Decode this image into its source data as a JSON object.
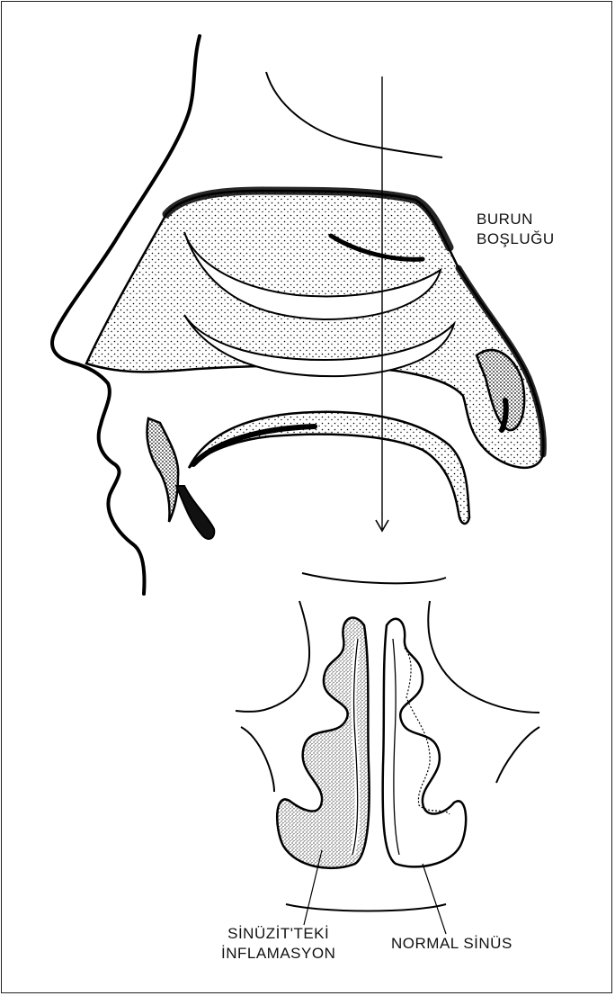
{
  "labels": {
    "nasal_cavity_line1": "BURUN",
    "nasal_cavity_line2": "BOŞLUĞU",
    "sinusitis_line1": "SİNÜZİT'TEKİ",
    "sinusitis_line2": "İNFLAMASYON",
    "normal_sinus": "NORMAL SİNÜS"
  }
}
